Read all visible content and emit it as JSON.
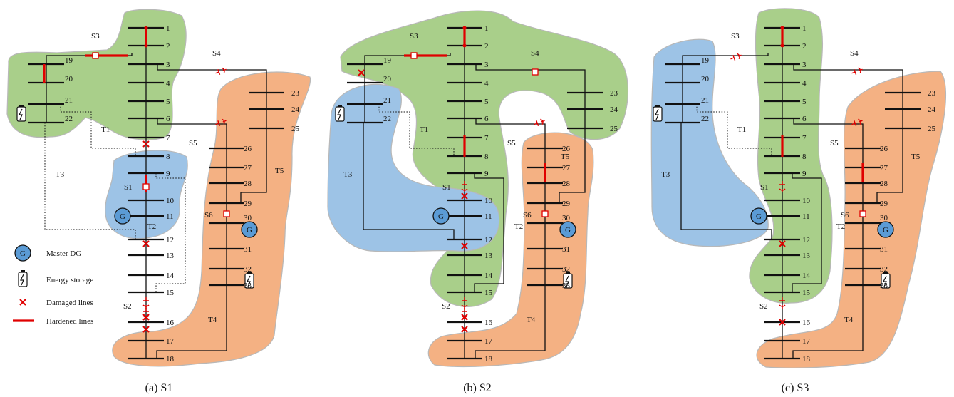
{
  "colors": {
    "green": "#a9cf8a",
    "blue": "#9dc3e6",
    "orange": "#f4b183",
    "red": "#e00000",
    "gen_fill": "#5b9bd5"
  },
  "bus_labels": [
    "1",
    "2",
    "3",
    "4",
    "5",
    "6",
    "7",
    "8",
    "9",
    "10",
    "11",
    "12",
    "13",
    "14",
    "15",
    "16",
    "17",
    "18",
    "19",
    "20",
    "21",
    "22",
    "23",
    "24",
    "25",
    "26",
    "27",
    "28",
    "29",
    "30",
    "31",
    "32",
    "33"
  ],
  "tie_labels": [
    "T1",
    "T2",
    "T3",
    "T4",
    "T5"
  ],
  "switch_labels": [
    "S1",
    "S2",
    "S3",
    "S4",
    "S5",
    "S6"
  ],
  "gen_symbol": "G",
  "panels": [
    {
      "id": "a",
      "caption": "(a) S1"
    },
    {
      "id": "b",
      "caption": "(b) S2"
    },
    {
      "id": "c",
      "caption": "(c) S3"
    }
  ],
  "legend": {
    "master_dg": "Master DG",
    "energy_storage": "Energy storage",
    "damaged_lines": "Damaged lines",
    "hardened_lines": "Hardened lines"
  },
  "icons": [
    "generator-icon",
    "battery-icon",
    "damaged-line-icon",
    "hardened-line-icon",
    "breaker-icon",
    "switch-icon"
  ]
}
